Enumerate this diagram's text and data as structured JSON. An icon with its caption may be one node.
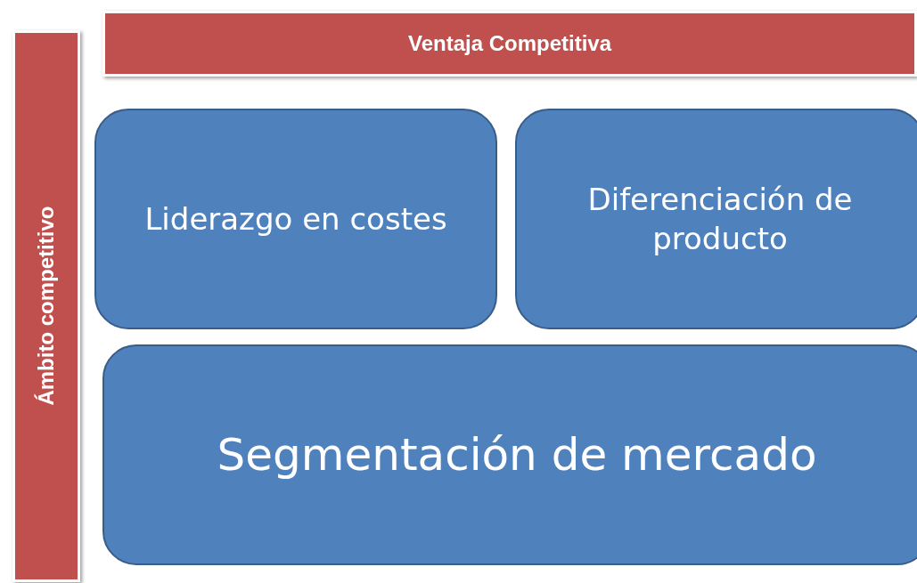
{
  "diagram": {
    "nodes": [
      {
        "text": [
          "Ventaja Competitiva"
        ]
      },
      {
        "text": [
          "Ámbito competitivo"
        ]
      },
      {
        "text": [
          "Liderazgo en costes"
        ]
      },
      {
        "text": [
          "Diferenciación de producto"
        ]
      },
      {
        "text": [
          "Segmentación de mercado"
        ]
      }
    ]
  }
}
